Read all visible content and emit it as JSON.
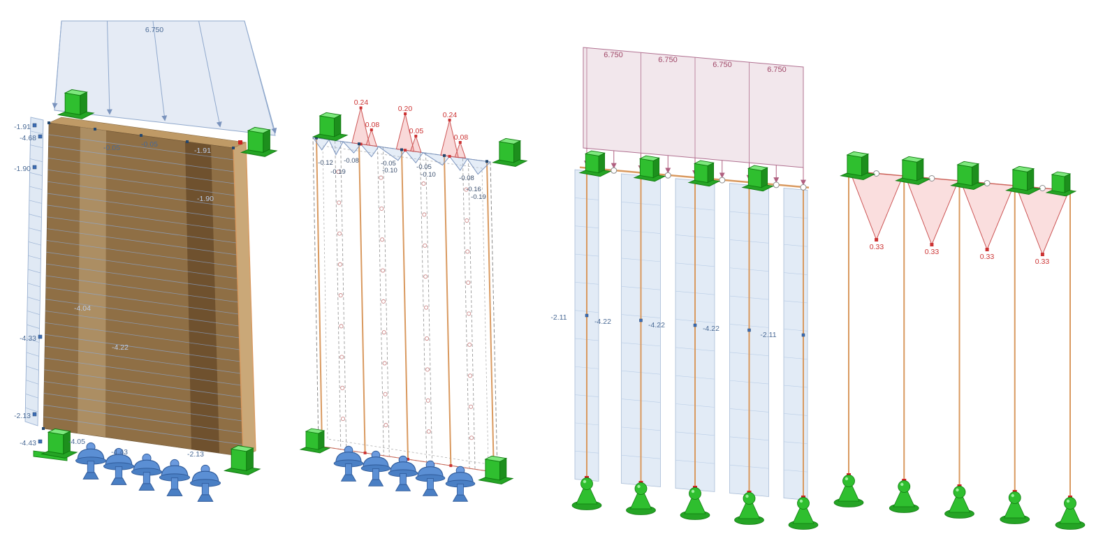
{
  "view": {
    "title": "structural-model-result-views"
  },
  "colors": {
    "load_area_blue": "#8FA8CC",
    "wall_brown": "#8F6F45",
    "wall_side_tan": "#CAA878",
    "support_green": "#2FBF2F",
    "support_blue": "#5B8FD4",
    "stud_orange": "#D9995F",
    "strip_fill": "#E2EBF6",
    "load_pink": "#B06080",
    "label_blue": "#4A6A95",
    "label_red": "#CC3333",
    "label_maroon": "#A04868",
    "node_navy": "#24476E",
    "marker_red": "#CC2222"
  },
  "panels": {
    "wall_solid": {
      "surface_load": "6.750",
      "left_labels": [
        "-1.91",
        "-4.68",
        "-1.90",
        "-4.33",
        "-2.13",
        "-4.43"
      ],
      "top_labels": [
        "-0.05",
        "-0.05"
      ],
      "right_labels": [
        "-1.91",
        "-1.90"
      ],
      "mid_labels": [
        "-4.04",
        "-4.22"
      ],
      "bottom_labels": [
        "-4.05",
        "-4.43",
        "-2.13"
      ]
    },
    "wall_wireframe": {
      "peak_labels": [
        "0.24",
        "0.08",
        "0.20",
        "0.05",
        "0.24",
        "0.08"
      ],
      "edge_labels": [
        "-0.12",
        "-0.19",
        "-0.08",
        "-0.05",
        "-0.10",
        "-0.05",
        "-0.10",
        "-0.08",
        "-0.16",
        "-0.19"
      ]
    },
    "studs_distributed": {
      "load_labels": [
        "6.750",
        "6.750",
        "6.750",
        "6.750"
      ],
      "result_labels": [
        "-2.11",
        "-4.22",
        "-4.22",
        "-4.22",
        "-2.11"
      ]
    },
    "studs_triangular": {
      "load_labels": [
        "0.33",
        "0.33",
        "0.33",
        "0.33"
      ]
    }
  }
}
